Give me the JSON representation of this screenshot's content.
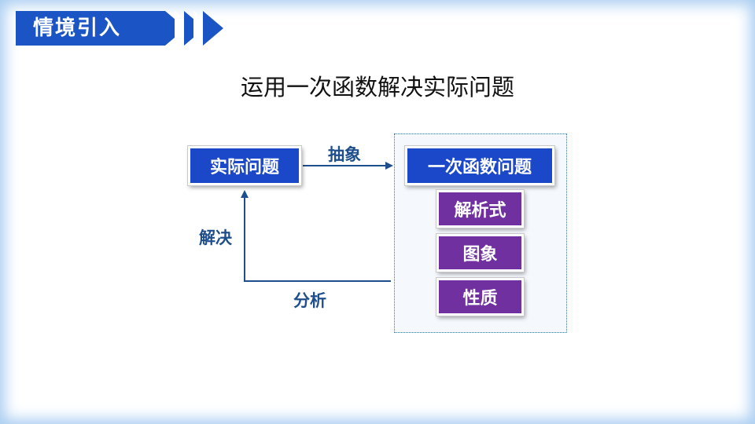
{
  "header": {
    "banner_title": "情境引入"
  },
  "main": {
    "title": "运用一次函数解决实际问题"
  },
  "diagram": {
    "source_node": "实际问题",
    "target_node": "一次函数问题",
    "sub_nodes": [
      "解析式",
      "图象",
      "性质"
    ],
    "edge_labels": {
      "abstract": "抽象",
      "solve": "解决",
      "analyze": "分析"
    }
  },
  "colors": {
    "header_blue": "#1b54c4",
    "node_blue": "#1b47c9",
    "node_purple": "#7030a0",
    "arrow": "#1f4e8c",
    "frame_glow": "#a9cdf2"
  }
}
